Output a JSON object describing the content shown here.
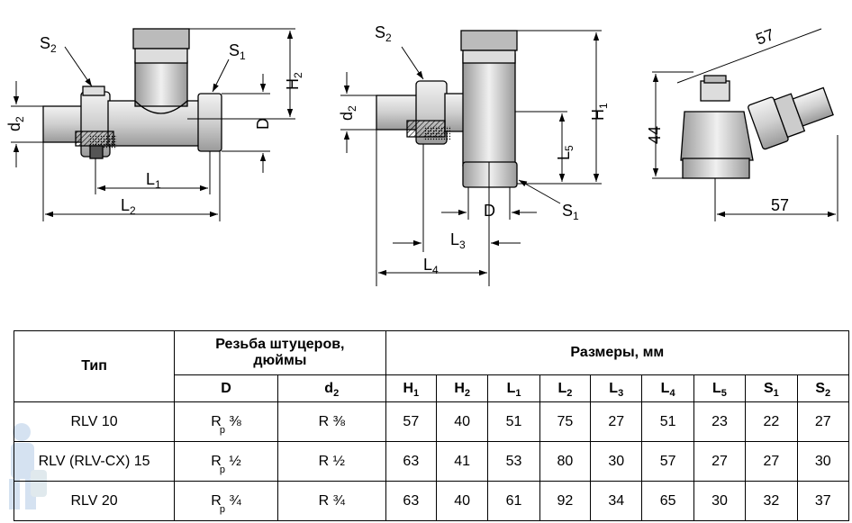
{
  "drawing_labels": {
    "v1_S2": "S",
    "v1_S2_sub": "2",
    "v1_S1": "S",
    "v1_S1_sub": "1",
    "v1_H2": "H",
    "v1_H2_sub": "2",
    "v1_D": "D",
    "v1_d2": "d",
    "v1_d2_sub": "2",
    "v1_L1": "L",
    "v1_L1_sub": "1",
    "v1_L2": "L",
    "v1_L2_sub": "2",
    "v2_S2": "S",
    "v2_S2_sub": "2",
    "v2_d2": "d",
    "v2_d2_sub": "2",
    "v2_H1": "H",
    "v2_H1_sub": "1",
    "v2_L5": "L",
    "v2_L5_sub": "5",
    "v2_D": "D",
    "v2_S1": "S",
    "v2_S1_sub": "1",
    "v2_L3": "L",
    "v2_L3_sub": "3",
    "v2_L4": "L",
    "v2_L4_sub": "4",
    "v3_57_top": "57",
    "v3_44": "44",
    "v3_57_bottom": "57"
  },
  "table": {
    "header": {
      "type": "Тип",
      "thread_line1": "Резьба штуцеров,",
      "thread_line2": "дюймы",
      "dims": "Размеры, мм",
      "D": "D",
      "d2": "d",
      "d2_sub": "2",
      "cols": [
        {
          "l": "H",
          "s": "1"
        },
        {
          "l": "H",
          "s": "2"
        },
        {
          "l": "L",
          "s": "1"
        },
        {
          "l": "L",
          "s": "2"
        },
        {
          "l": "L",
          "s": "3"
        },
        {
          "l": "L",
          "s": "4"
        },
        {
          "l": "L",
          "s": "5"
        },
        {
          "l": "S",
          "s": "1"
        },
        {
          "l": "S",
          "s": "2"
        }
      ]
    },
    "rows": [
      {
        "type": "RLV 10",
        "D_main": "R",
        "D_sub": "p",
        "D_frac": "⅜",
        "d2": "R ⅜",
        "v": [
          "57",
          "40",
          "51",
          "75",
          "27",
          "51",
          "23",
          "22",
          "27"
        ]
      },
      {
        "type": "RLV (RLV-CX) 15",
        "D_main": "R",
        "D_sub": "p",
        "D_frac": "½",
        "d2": "R ½",
        "v": [
          "63",
          "41",
          "53",
          "80",
          "30",
          "57",
          "27",
          "27",
          "30"
        ]
      },
      {
        "type": "RLV 20",
        "D_main": "R",
        "D_sub": "p",
        "D_frac": "¾",
        "d2": "R ¾",
        "v": [
          "63",
          "40",
          "61",
          "92",
          "34",
          "65",
          "30",
          "32",
          "37"
        ]
      }
    ]
  },
  "colors": {
    "line": "#000000",
    "fill_light": "#e6e6e6",
    "fill_mid": "#bdbdbd",
    "fill_dark": "#8a8a8a"
  }
}
